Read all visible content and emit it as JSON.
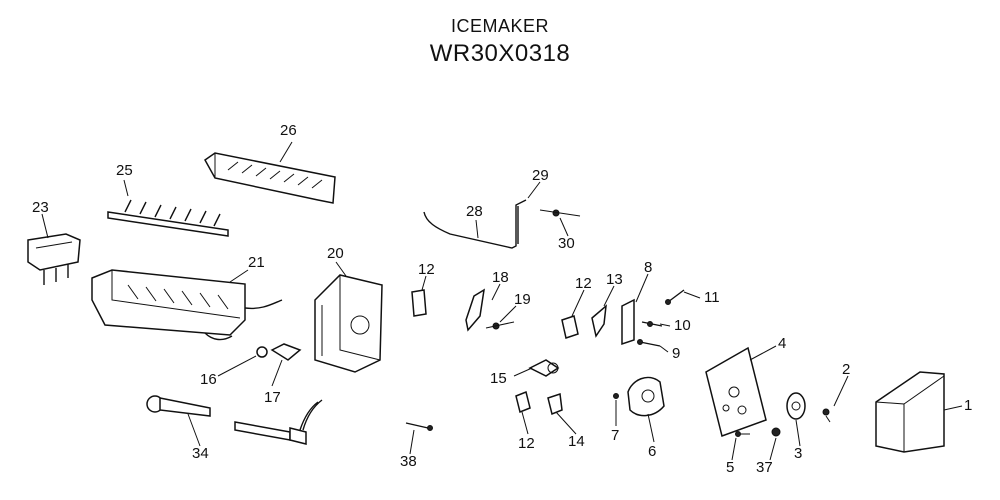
{
  "header": {
    "title": "ICEMAKER",
    "model": "WR30X0318"
  },
  "callouts": [
    {
      "id": "c1",
      "label": "1"
    },
    {
      "id": "c2",
      "label": "2"
    },
    {
      "id": "c3",
      "label": "3"
    },
    {
      "id": "c4",
      "label": "4"
    },
    {
      "id": "c5",
      "label": "5"
    },
    {
      "id": "c6",
      "label": "6"
    },
    {
      "id": "c7",
      "label": "7"
    },
    {
      "id": "c8",
      "label": "8"
    },
    {
      "id": "c9",
      "label": "9"
    },
    {
      "id": "c10",
      "label": "10"
    },
    {
      "id": "c11",
      "label": "11"
    },
    {
      "id": "c12a",
      "label": "12"
    },
    {
      "id": "c12b",
      "label": "12"
    },
    {
      "id": "c12c",
      "label": "12"
    },
    {
      "id": "c13",
      "label": "13"
    },
    {
      "id": "c14",
      "label": "14"
    },
    {
      "id": "c15",
      "label": "15"
    },
    {
      "id": "c16",
      "label": "16"
    },
    {
      "id": "c17",
      "label": "17"
    },
    {
      "id": "c18",
      "label": "18"
    },
    {
      "id": "c19",
      "label": "19"
    },
    {
      "id": "c20",
      "label": "20"
    },
    {
      "id": "c21",
      "label": "21"
    },
    {
      "id": "c23",
      "label": "23"
    },
    {
      "id": "c25",
      "label": "25"
    },
    {
      "id": "c26",
      "label": "26"
    },
    {
      "id": "c28",
      "label": "28"
    },
    {
      "id": "c29",
      "label": "29"
    },
    {
      "id": "c30",
      "label": "30"
    },
    {
      "id": "c34",
      "label": "34"
    },
    {
      "id": "c37",
      "label": "37"
    },
    {
      "id": "c38",
      "label": "38"
    }
  ]
}
